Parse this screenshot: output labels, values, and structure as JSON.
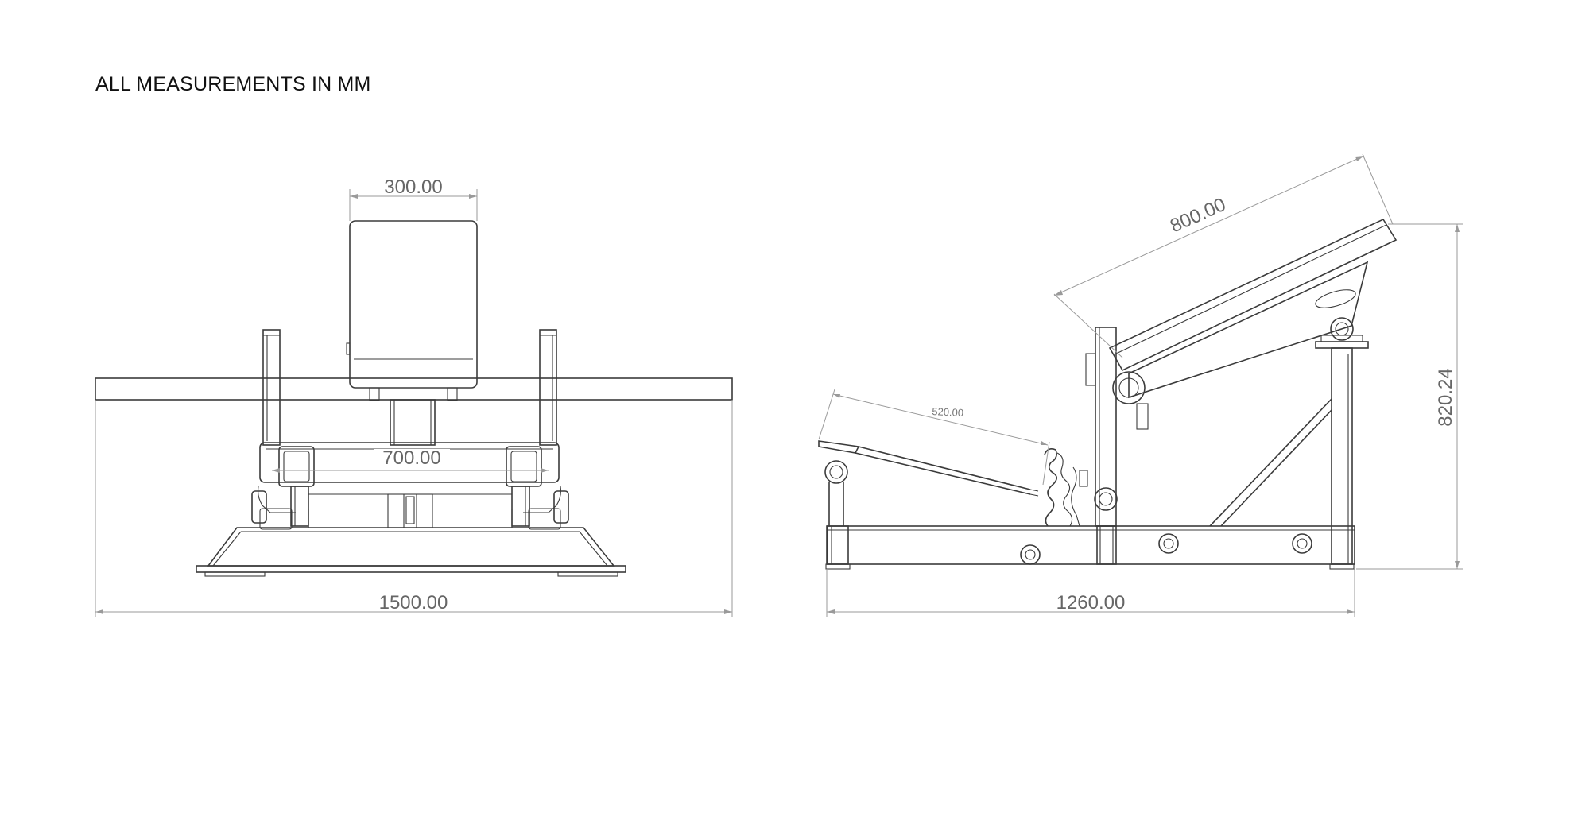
{
  "note": "ALL MEASUREMENTS IN MM",
  "front_view": {
    "dim_seat_width": "300.00",
    "dim_frame_width": "700.00",
    "dim_total_width": "1500.00"
  },
  "side_view": {
    "dim_back_pad_length": "800.00",
    "dim_foot_plate_length": "520.00",
    "dim_total_length": "1260.00",
    "dim_total_height": "820.24"
  }
}
